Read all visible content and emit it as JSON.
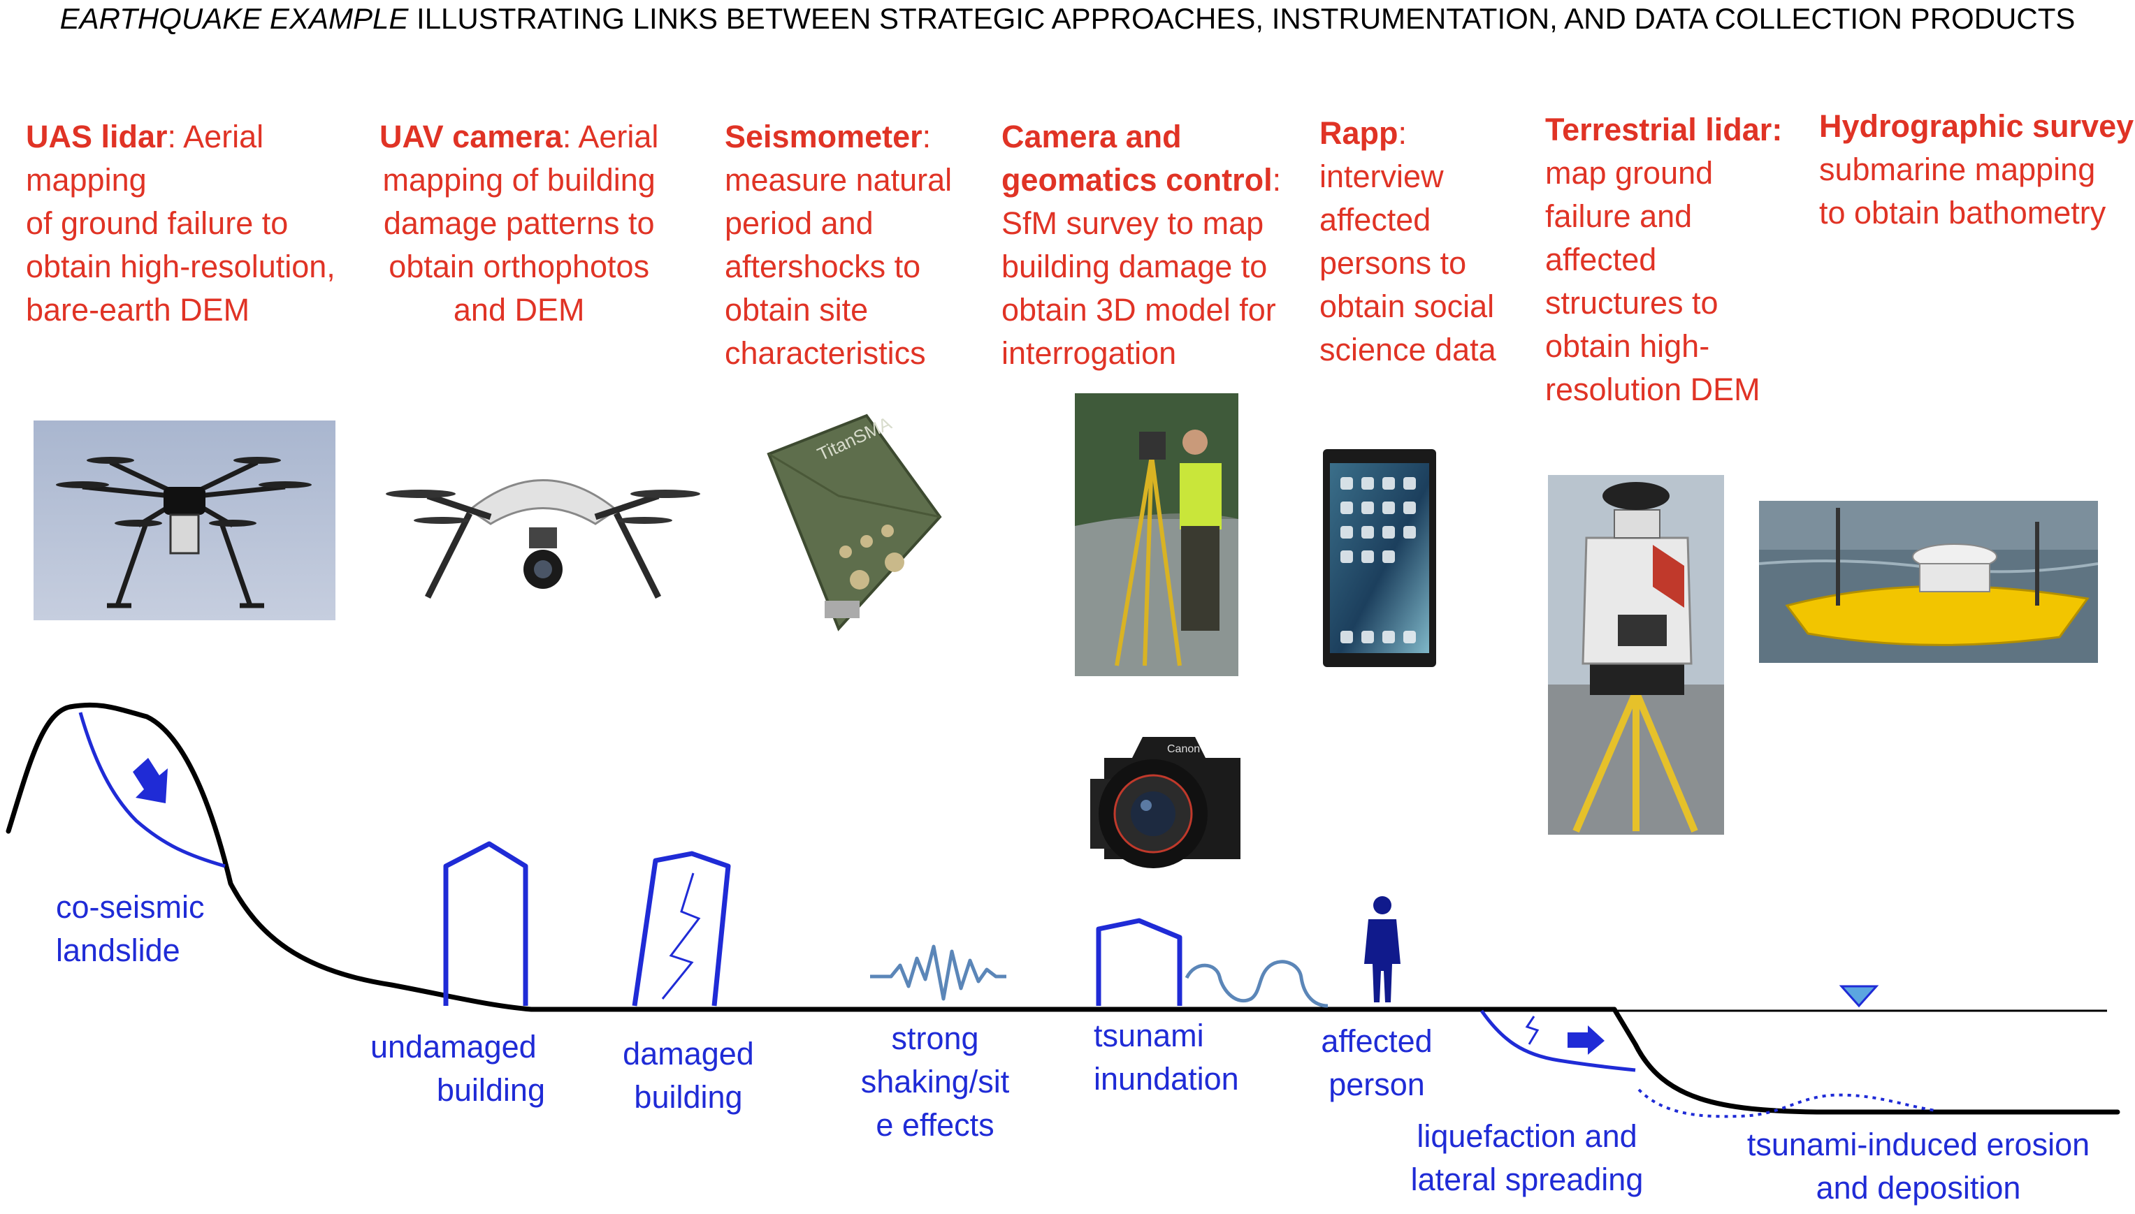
{
  "title": {
    "italic": "EARTHQUAKE EXAMPLE",
    "rest": " ILLUSTRATING LINKS BETWEEN STRATEGIC APPROACHES, INSTRUMENTATION, AND DATA COLLECTION PRODUCTS"
  },
  "instruments": [
    {
      "name": "UAS lidar",
      "lines": [
        "UAS lidar: Aerial",
        "mapping",
        "of ground failure to",
        "obtain high-resolution,",
        "bare-earth DEM"
      ]
    },
    {
      "name": "UAV camera",
      "lines": [
        "UAV camera: Aerial",
        "mapping of building",
        "damage patterns to",
        "obtain orthophotos",
        "and DEM"
      ]
    },
    {
      "name": "Seismometer",
      "lines": [
        "Seismometer:",
        "measure natural",
        "period and",
        "aftershocks to",
        "obtain site",
        "characteristics"
      ]
    },
    {
      "name": "Camera and geomatics control",
      "lines": [
        "Camera and",
        "geomatics control:",
        "SfM survey to map",
        "building damage to",
        "obtain 3D model for",
        "interrogation"
      ]
    },
    {
      "name": "Rapp",
      "lines": [
        "Rapp:",
        "interview",
        "affected",
        "persons to",
        "obtain social",
        "science data"
      ]
    },
    {
      "name": "Terrestrial lidar",
      "lines": [
        "Terrestrial lidar:",
        "map ground",
        "failure and",
        "affected",
        "structures to",
        "obtain high-",
        "resolution DEM"
      ]
    },
    {
      "name": "Hydrographic survey",
      "lines": [
        "Hydrographic survey:",
        "submarine mapping",
        "to obtain bathometry"
      ]
    }
  ],
  "scene_labels": {
    "landslide": [
      "co-seismic",
      "landslide"
    ],
    "undamaged": [
      "undamaged",
      "building"
    ],
    "damaged": [
      "damaged",
      "building"
    ],
    "shaking": [
      "strong",
      "shaking/sit",
      "e effects"
    ],
    "tsunami": [
      "tsunami",
      "inundation"
    ],
    "person": [
      "affected",
      "person"
    ],
    "liquefaction": [
      "liquefaction and",
      "lateral spreading"
    ],
    "erosion": [
      "tsunami-induced erosion",
      "and deposition"
    ]
  },
  "icons": [
    "drone-octocopter-photo",
    "drone-quadcopter-photo",
    "seismometer-photo",
    "surveyor-photo",
    "dslr-camera-photo",
    "tablet-photo",
    "terrestrial-lidar-photo",
    "hydrographic-boat-photo",
    "person-icon",
    "water-level-icon"
  ],
  "colors": {
    "instrument_text": "#e03325",
    "label_blue": "#1f2bd6",
    "ground": "#000000",
    "wave": "#5b86b8"
  }
}
